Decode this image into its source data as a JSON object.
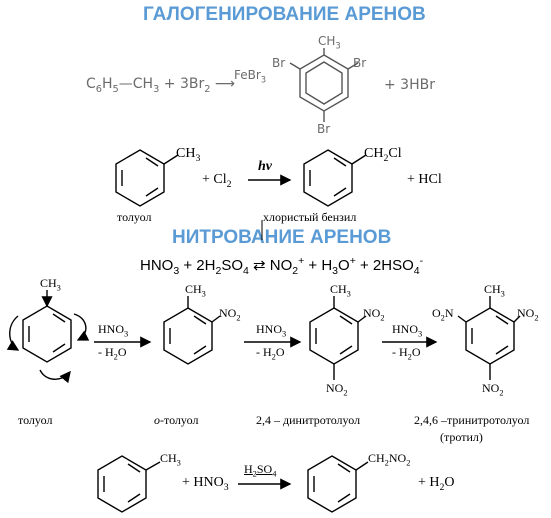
{
  "titles": {
    "halogenation": "ГАЛОГЕНИРОВАНИЕ АРЕНОВ",
    "nitration": "НИТРОВАНИЕ АРЕНОВ"
  },
  "halogenation_eq": {
    "reactant1": "C",
    "reactant1_sub1": "6",
    "reactant1_mid": "H",
    "reactant1_sub2": "5",
    "reactant1_rest": "—CH",
    "reactant1_sub3": "3",
    "plus_br": "+ 3Br",
    "br_sub": "2",
    "arrow": "⟶",
    "catalyst": "FeBr",
    "catalyst_sub": "3",
    "product_rest": "+ 3HBr",
    "sub_ch3": "CH3",
    "sub_br": "Br"
  },
  "chlorination_eq": {
    "ch3": "CH3",
    "plus_cl": "+ Cl",
    "cl_sub": "2",
    "condition": "hν",
    "ch2cl": "CH2Cl",
    "plus_hcl": "+ HCl",
    "toluene_label": "толуол",
    "benzyl_label": "хлористый бензил"
  },
  "nitrating_mixture": {
    "left": "HNO",
    "left_sub": "3",
    "mid": " + 2H",
    "mid_sub": "2",
    "so4": "SO",
    "so4_sub": "4",
    "eq": " ⇄ NO",
    "no2_sub": "2",
    "no2_sup": "+",
    "h3o": " + H",
    "h3o_sub": "3",
    "h3o_o": "O",
    "h3o_sup": "+",
    "hso4": " + 2HSO",
    "hso4_sub": "4",
    "hso4_sup": "-"
  },
  "nitration_steps": {
    "reagent": "HNO",
    "reagent_sub": "3",
    "minus_water": "- H",
    "water_sub": "2",
    "water_o": "O",
    "ch3": "CH3",
    "no2": "NO2",
    "o2n": "O2N",
    "labels": {
      "toluene": "толуол",
      "o_prefix": "о",
      "o_rest": "-толуол",
      "dinitro": "2,4 – динитротолуол",
      "trinitro": "2,4,6 –тринитротолуол",
      "trotyl": "(тротил)"
    }
  },
  "side_chain_nitration": {
    "ch3": "CH3",
    "plus_hno3": "+ HNO",
    "hno3_sub": "3",
    "catalyst": "H",
    "catalyst_sub": "2",
    "catalyst_rest": "SO",
    "catalyst_sub2": "4",
    "ch2no2": "CH2NO2",
    "plus_water": "+ H",
    "water_sub": "2",
    "water_o": "O"
  },
  "colors": {
    "title": "#5b9bd5",
    "gray_text": "#6b6b6b",
    "black": "#000000"
  }
}
